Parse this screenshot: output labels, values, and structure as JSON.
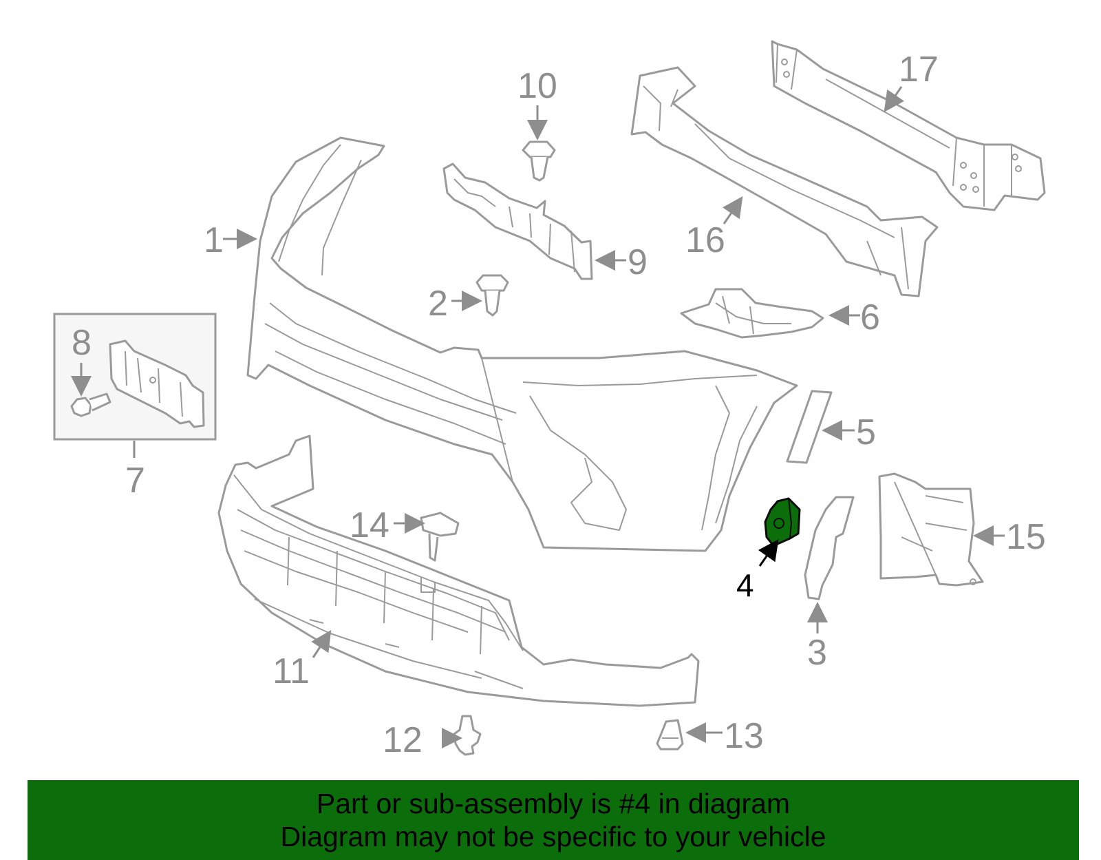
{
  "diagram": {
    "callouts": {
      "c1": "1",
      "c2": "2",
      "c3": "3",
      "c4": "4",
      "c5": "5",
      "c6": "6",
      "c7": "7",
      "c8": "8",
      "c9": "9",
      "c10": "10",
      "c11": "11",
      "c12": "12",
      "c13": "13",
      "c14": "14",
      "c15": "15",
      "c16": "16",
      "c17": "17"
    },
    "highlighted_part": "4",
    "highlight_color": "#0b6e0b",
    "line_color": "#9a9a9a"
  },
  "footer": {
    "background": "#0b6e0b",
    "line1": "Part or sub-assembly is #4 in diagram",
    "line2": "Diagram may not be specific to your vehicle"
  }
}
